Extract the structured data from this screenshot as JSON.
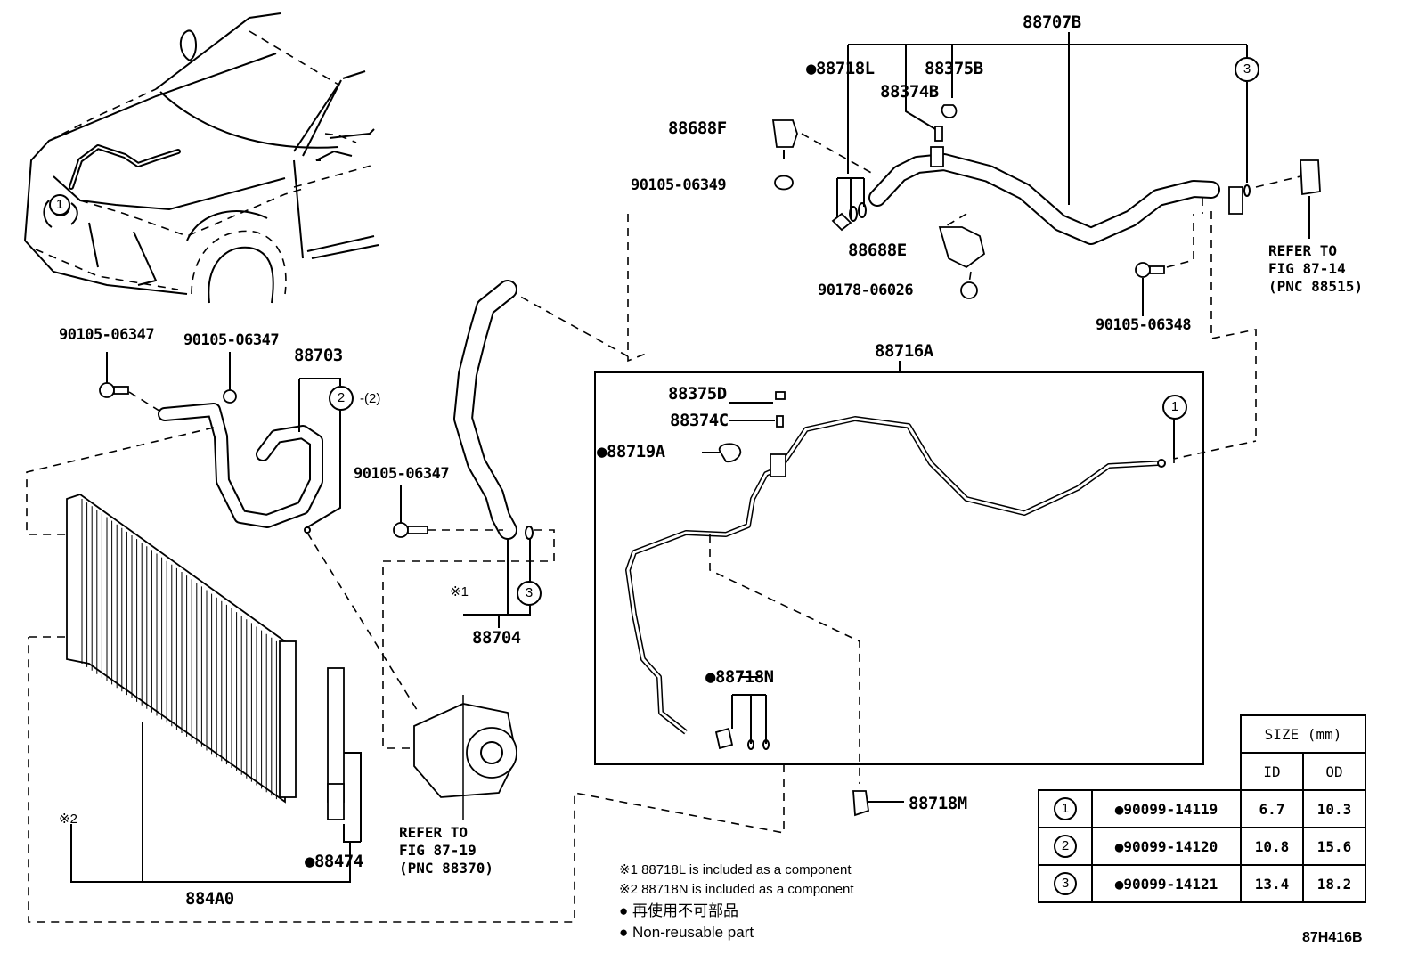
{
  "diagram": {
    "code": "87H416B",
    "labels": {
      "p88707B": "88707B",
      "p88718L": "88718L",
      "p88375B": "88375B",
      "p88374B": "88374B",
      "p88688F": "88688F",
      "p90105_06349": "90105-06349",
      "p88688E": "88688E",
      "p90178_06026": "90178-06026",
      "p90105_06348": "90105-06348",
      "p88716A": "88716A",
      "p88375D": "88375D",
      "p88374C": "88374C",
      "p88719A": "88719A",
      "p88718N": "88718N",
      "p88718M": "88718M",
      "p90105_06347_a": "90105-06347",
      "p90105_06347_b": "90105-06347",
      "p90105_06347_c": "90105-06347",
      "p88703": "88703",
      "p88703_qty": "-(2)",
      "p88704": "88704",
      "p88704_note": "※1",
      "p884A0": "884A0",
      "p884A0_note": "※2",
      "p88474": "88474"
    },
    "circle_markers": {
      "one": "1",
      "two": "2",
      "three": "3"
    },
    "refer_compressor": [
      "REFER TO",
      "FIG 87-19",
      "(PNC 88370)"
    ],
    "refer_valve": [
      "REFER TO",
      "FIG 87-14",
      "(PNC 88515)"
    ]
  },
  "size_table": {
    "header": "SIZE (mm)",
    "col_id": "ID",
    "col_od": "OD",
    "rows": [
      {
        "marker": "1",
        "part": "90099-14119",
        "id": "6.7",
        "od": "10.3"
      },
      {
        "marker": "2",
        "part": "90099-14120",
        "id": "10.8",
        "od": "15.6"
      },
      {
        "marker": "3",
        "part": "90099-14121",
        "id": "13.4",
        "od": "18.2"
      }
    ]
  },
  "notes": {
    "note1": "※1 88718L is included as a component",
    "note2": "※2 88718N is included as a component",
    "legend_jp": " 再使用不可部品",
    "legend_en": " Non-reusable part"
  }
}
